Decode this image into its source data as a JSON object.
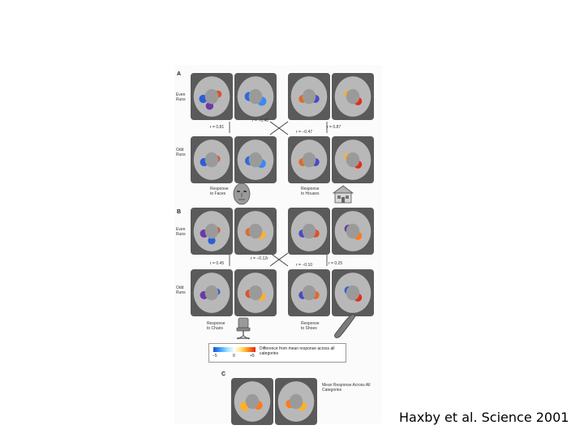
{
  "figure": {
    "panels": {
      "a": "A",
      "b": "B",
      "c": "C"
    },
    "labels": {
      "even_runs": "Even\nRuns",
      "odd_runs": "Odd\nRuns"
    },
    "panel_a": {
      "r_left": "r = 0.81",
      "r_cross_top": "r = −0.40",
      "r_cross_bottom": "r = −0.47",
      "r_right": "r = 0.87",
      "response_left": "Response\nto Faces",
      "response_right": "Response\nto Houses"
    },
    "panel_b": {
      "r_left": "r = 0.45",
      "r_cross_top": "r = −0.12r",
      "r_cross_bottom": "r = −0.10",
      "r_right": "r = 0.25",
      "response_left": "Response\nto Chairs",
      "response_right": "Response\nto Shoes"
    },
    "colorbar": {
      "tick_min": "−5",
      "tick_mid": "0",
      "tick_max": "+5",
      "caption": "Difference from mean response across all categories"
    },
    "panel_c": {
      "caption": "Mean Response Across All Categories"
    }
  },
  "citation": "Haxby et al. Science 2001"
}
